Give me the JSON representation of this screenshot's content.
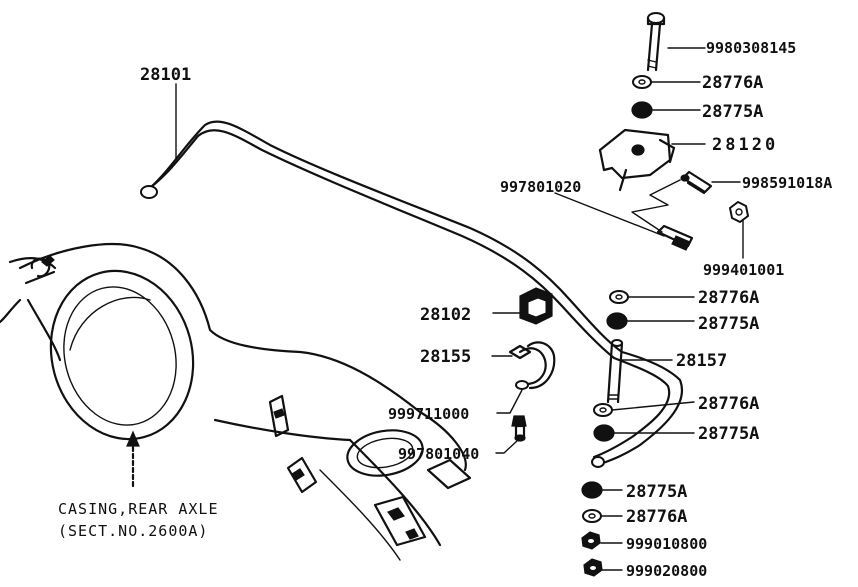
{
  "labels": {
    "bar_28101": "28101",
    "bolt_9980308145": "9980308145",
    "washer_top_28776A": "28776A",
    "bushing_top_28775A": "28775A",
    "bracket_28120": "28120",
    "bolt_997801020": "997801020",
    "bolt_998591018A": "998591018A",
    "nut_999401001": "999401001",
    "bushing_28102": "28102",
    "clamp_28155": "28155",
    "washer_999711000": "999711000",
    "bolt_997801040": "997801040",
    "washer_mid_28776A": "28776A",
    "bushing_mid_28775A": "28775A",
    "link_28157": "28157",
    "washer_low_28776A": "28776A",
    "bushing_low_28775A": "28775A",
    "bushing_bottom_28775A": "28775A",
    "washer_bottom_28776A": "28776A",
    "nut_999010800": "999010800",
    "nut_999020800": "999020800"
  },
  "casing": {
    "line1": "CASING,REAR AXLE",
    "line2": "(SECT.NO.2600A)"
  }
}
